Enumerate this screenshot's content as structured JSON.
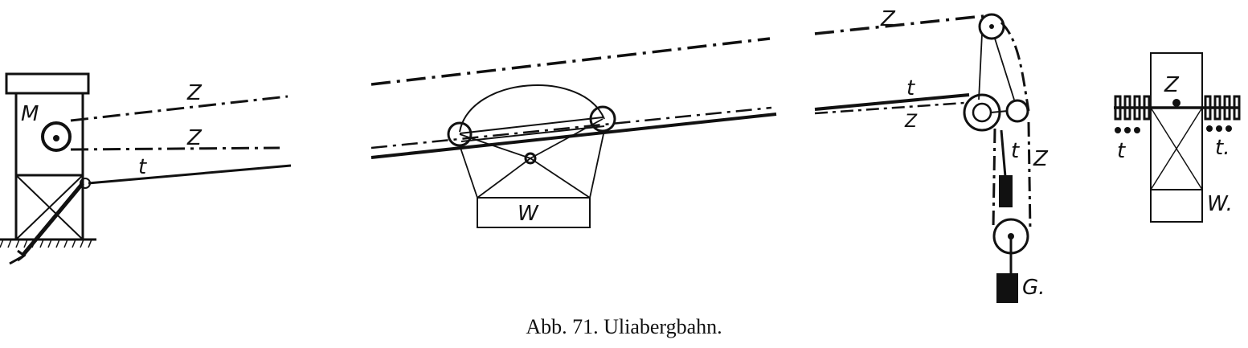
{
  "labels": {
    "station_left": {
      "motor": "M",
      "rope_upper": "Z",
      "rope_lower": "Z",
      "track": "t"
    },
    "car": {
      "weight": "W"
    },
    "station_right": {
      "rope_top": "Z",
      "track": "t",
      "rope_mid": "Z",
      "track_down": "t",
      "rope_down": "Z",
      "counterweight": "G."
    },
    "cross_section": {
      "rope": "Z",
      "track_left": "t",
      "track_right": "t.",
      "weight": "W."
    }
  },
  "caption": "Abb. 71. Uliabergbahn."
}
